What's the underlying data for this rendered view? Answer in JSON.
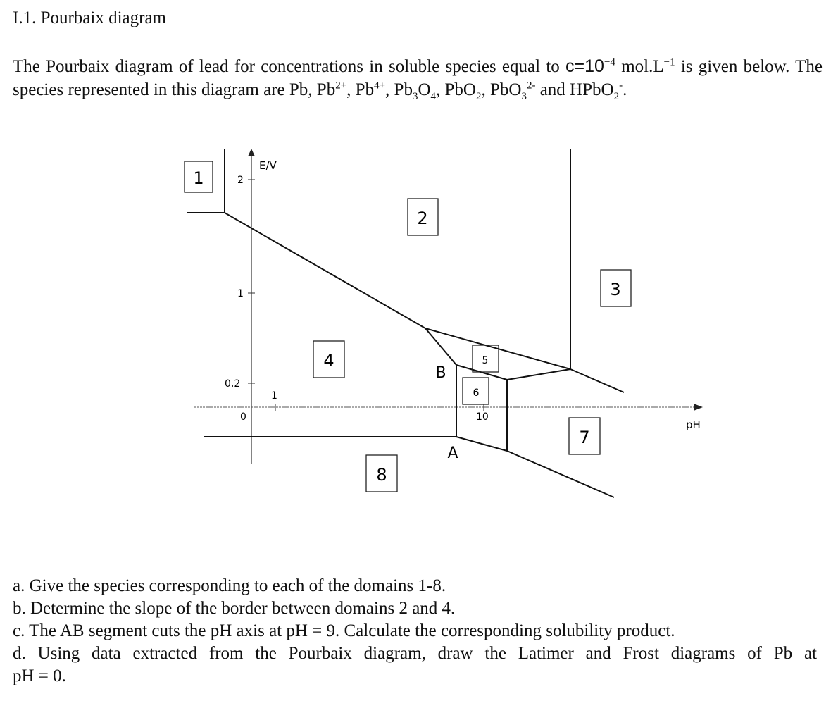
{
  "title": "I.1. Pourbaix diagram",
  "intro": {
    "p1": "The Pourbaix diagram of lead for concentrations in soluble species equal to",
    "conc_c": "c=10",
    "conc_exp": "−4",
    "conc_unit": " mol.L",
    "unit_exp": "−1",
    "p2": " is given below. The species represented in this diagram are Pb, Pb",
    "pb2_charge": "2+",
    "sep1": ", Pb",
    "pb4_charge": "4+",
    "sep2": ", Pb",
    "pb3o4_sub1": "3",
    "pb3o4_o": "O",
    "pb3o4_sub2": "4",
    "sep3": ", PbO",
    "pbo2_sub": "2",
    "sep4": ", PbO",
    "pbo3_sub": "3",
    "pbo3_charge": "2-",
    "sep5": " and HPbO",
    "hpbo2_sub": "2",
    "hpbo2_charge": "-",
    "end": "."
  },
  "diagram": {
    "axis_y_label": "E/V",
    "axis_x_label": "pH",
    "y_ticks": [
      "2",
      "1",
      "0,2",
      "0"
    ],
    "x_ticks": [
      "1",
      "10"
    ],
    "domains": [
      "1",
      "2",
      "3",
      "4",
      "5",
      "6",
      "7",
      "8"
    ],
    "points": [
      "A",
      "B"
    ]
  },
  "questions": {
    "a": "a. Give the species corresponding to each of the domains 1-8.",
    "b": "b. Determine the slope of the border between domains 2 and 4.",
    "c": "c. The AB segment cuts the pH axis at pH = 9. Calculate the corresponding solubility product.",
    "d1": "d. Using data extracted from the Pourbaix diagram, draw the Latimer and Frost diagrams of Pb at",
    "d2": "pH = 0."
  }
}
